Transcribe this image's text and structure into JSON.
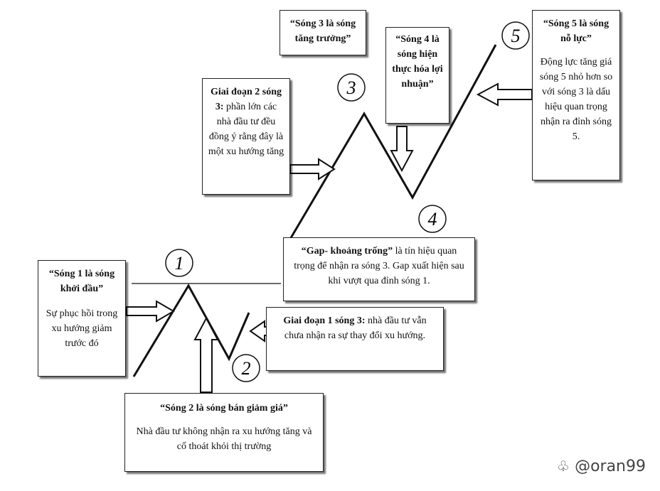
{
  "boxes": {
    "wave1": {
      "title": "“Sóng 1 là sóng khởi đầu”",
      "body": "Sự phục hồi trong xu hướng giảm trước đó"
    },
    "wave2": {
      "title": "“Sóng 2 là sóng bán giảm giá”",
      "body": "Nhà đầu tư không nhận ra xu hướng tăng và cố thoát khỏi thị trường"
    },
    "wave3": {
      "title": "“Sóng 3 là sóng tăng trưởng”"
    },
    "wave3_stage2": {
      "title": "Giai đoạn 2 sóng 3:",
      "body": "phần lớn các nhà đầu tư đều đồng ý rằng đây là một xu hướng tăng"
    },
    "wave3_stage1": {
      "title": "Giai đoạn 1 sóng 3:",
      "body": "nhà đầu tư vẫn chưa nhận ra sự thay đổi xu hướng."
    },
    "gap": {
      "title": "“Gap- khoảng trống”",
      "body": "là tín hiệu quan trọng để nhận ra sóng 3. Gap xuất hiện sau khi vượt qua đỉnh sóng 1."
    },
    "wave4": {
      "title": "“Sóng 4 là sóng hiện thực hóa lợi nhuận”"
    },
    "wave5": {
      "title": "“Sóng 5 là sóng nỗ lực”",
      "body": "Động lực tăng giá sóng 5 nhỏ hơn so với sóng 3 là dấu hiệu quan trọng nhận ra đỉnh sóng 5."
    }
  },
  "labels": [
    "1",
    "2",
    "3",
    "4",
    "5"
  ],
  "watermark": "@oran99",
  "colors": {
    "line": "#111111",
    "border": "#222222"
  }
}
